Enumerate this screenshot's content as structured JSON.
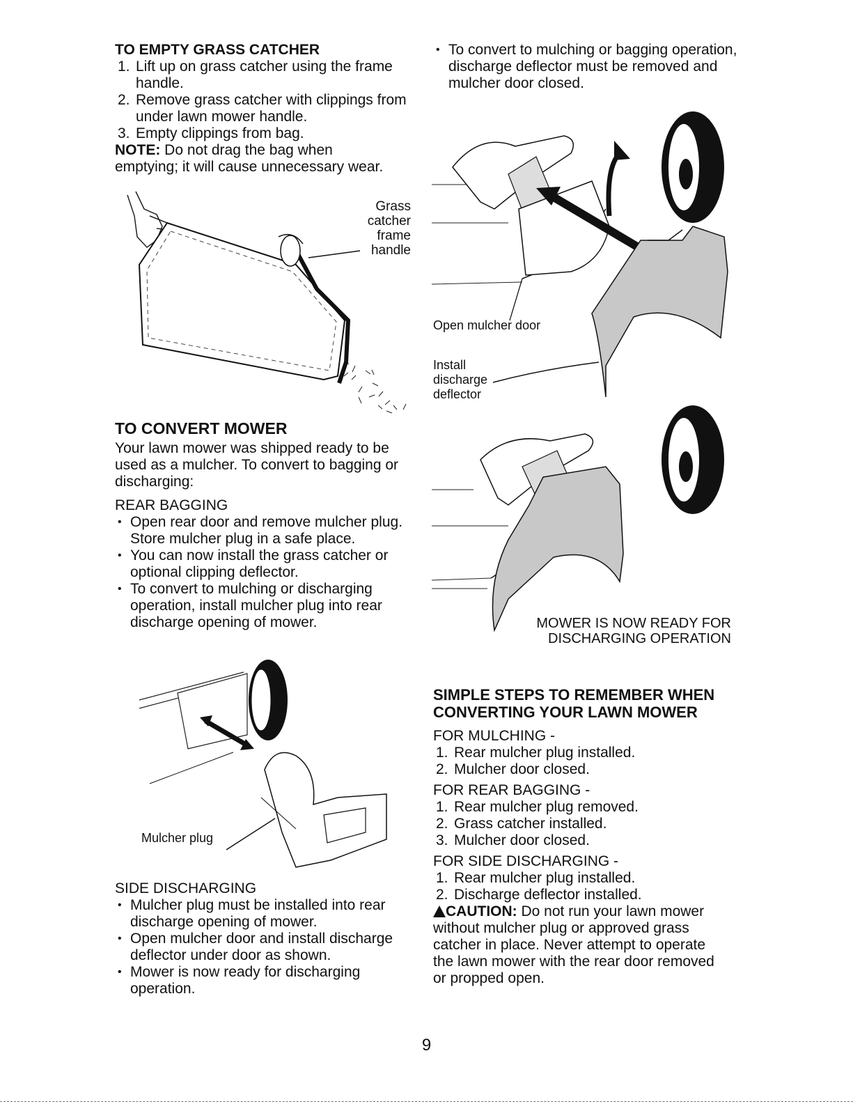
{
  "empty": {
    "heading": "TO EMPTY GRASS CATCHER",
    "steps": [
      {
        "n": "1.",
        "text": "Lift up on grass catcher using the frame handle."
      },
      {
        "n": "2.",
        "text": "Remove grass catcher with clippings from under lawn mower handle."
      },
      {
        "n": "3.",
        "text": "Empty clippings from bag."
      }
    ],
    "note_label": "NOTE:",
    "note_text": " Do not drag the bag when emptying; it will cause unnecessary wear."
  },
  "fig1": {
    "callout_lines": [
      "Grass",
      "catcher",
      "frame",
      "handle"
    ]
  },
  "convert": {
    "heading": "TO CONVERT MOWER",
    "intro": "Your lawn mower was shipped ready to be used as a mulcher. To convert to bagging or discharging:",
    "rear_heading": "REAR BAGGING",
    "rear_bullets": [
      "Open rear door and remove mulcher plug. Store mulcher plug in a safe place.",
      "You can now install the grass catcher or optional clipping deflector.",
      "To convert to mulching or discharging operation, install mulcher plug into rear discharge opening of mower."
    ]
  },
  "fig2": {
    "callout": "Mulcher plug"
  },
  "side": {
    "heading": "SIDE DISCHARGING",
    "bullets": [
      "Mulcher plug must be installed into rear discharge opening of mower.",
      "Open mulcher door and install discharge deflector under door as shown.",
      "Mower is now ready for discharging operation."
    ]
  },
  "right": {
    "top_bullet": "To convert to mulching or bagging operation, discharge deflector must be removed and mulcher door closed.",
    "fig3_callout": "Open mulcher door",
    "fig3_callout2_lines": [
      "Install",
      "discharge",
      "deflector"
    ],
    "fig4_caption_lines": [
      "MOWER IS NOW READY FOR",
      "DISCHARGING OPERATION"
    ]
  },
  "steps": {
    "heading_lines": [
      "SIMPLE STEPS TO REMEMBER WHEN",
      "CONVERTING YOUR LAWN MOWER"
    ],
    "groups": [
      {
        "title": "FOR MULCHING -",
        "items": [
          {
            "n": "1.",
            "text": "Rear mulcher plug installed."
          },
          {
            "n": "2.",
            "text": "Mulcher door closed."
          }
        ]
      },
      {
        "title": "FOR REAR BAGGING -",
        "items": [
          {
            "n": "1.",
            "text": "Rear mulcher plug removed."
          },
          {
            "n": "2.",
            "text": "Grass catcher installed."
          },
          {
            "n": "3.",
            "text": "Mulcher door closed."
          }
        ]
      },
      {
        "title": "FOR SIDE DISCHARGING -",
        "items": [
          {
            "n": "1.",
            "text": "Rear mulcher plug installed."
          },
          {
            "n": "2.",
            "text": "Discharge deflector installed."
          }
        ]
      }
    ],
    "caution_label": "CAUTION:",
    "caution_text": " Do not run your lawn mower without mulcher plug or approved grass catcher in place. Never attempt to operate the lawn mower with the rear door removed or propped open."
  },
  "page_number": "9"
}
